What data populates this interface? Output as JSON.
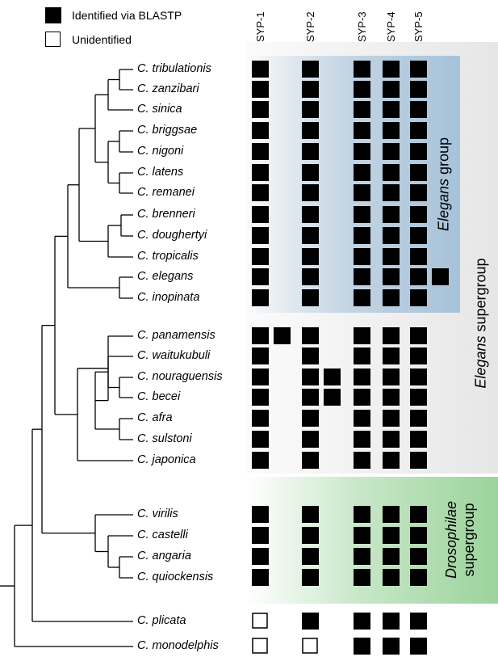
{
  "legend": {
    "identified": "Identified via BLASTP",
    "unidentified": "Unidentified"
  },
  "columns": [
    "SYP-1",
    "SYP-2",
    "SYP-3",
    "SYP-4",
    "SYP-5"
  ],
  "group_labels": {
    "elegans_group": {
      "italic": "Elegans",
      "rest": " group"
    },
    "elegans_supergroup": {
      "italic": "Elegans",
      "rest": " supergroup"
    },
    "drosophilae_supergroup": {
      "italic": "Drosophilae",
      "rest": "supergroup"
    }
  },
  "colors": {
    "filled": "#000000",
    "elegans_group_bg": "#a7c3da",
    "elegans_supergroup_bg": "#e6e6e6",
    "drosophilae_bg": "#9bd39b"
  },
  "species": [
    {
      "name": "C. tribulationis",
      "cells": [
        [
          1
        ],
        [
          1
        ],
        [
          1
        ],
        [
          1
        ],
        [
          1
        ]
      ]
    },
    {
      "name": "C. zanzibari",
      "cells": [
        [
          1
        ],
        [
          1
        ],
        [
          1
        ],
        [
          1
        ],
        [
          1
        ]
      ]
    },
    {
      "name": "C. sinica",
      "cells": [
        [
          1
        ],
        [
          1
        ],
        [
          1
        ],
        [
          1
        ],
        [
          1
        ]
      ]
    },
    {
      "name": "C. briggsae",
      "cells": [
        [
          1
        ],
        [
          1
        ],
        [
          1
        ],
        [
          1
        ],
        [
          1
        ]
      ]
    },
    {
      "name": "C. nigoni",
      "cells": [
        [
          1
        ],
        [
          1
        ],
        [
          1
        ],
        [
          1
        ],
        [
          1
        ]
      ]
    },
    {
      "name": "C. latens",
      "cells": [
        [
          1
        ],
        [
          1
        ],
        [
          1
        ],
        [
          1
        ],
        [
          1
        ]
      ]
    },
    {
      "name": "C. remanei",
      "cells": [
        [
          1
        ],
        [
          1
        ],
        [
          1
        ],
        [
          1
        ],
        [
          1
        ]
      ]
    },
    {
      "name": "C. brenneri",
      "cells": [
        [
          1
        ],
        [
          1
        ],
        [
          1
        ],
        [
          1
        ],
        [
          1
        ]
      ]
    },
    {
      "name": "C. doughertyi",
      "cells": [
        [
          1
        ],
        [
          1
        ],
        [
          1
        ],
        [
          1
        ],
        [
          1
        ]
      ]
    },
    {
      "name": "C. tropicalis",
      "cells": [
        [
          1
        ],
        [
          1
        ],
        [
          1
        ],
        [
          1
        ],
        [
          1
        ]
      ]
    },
    {
      "name": "C. elegans",
      "cells": [
        [
          1
        ],
        [
          1
        ],
        [
          1
        ],
        [
          1
        ],
        [
          1,
          1
        ]
      ]
    },
    {
      "name": "C. inopinata",
      "cells": [
        [
          1
        ],
        [
          1
        ],
        [
          1
        ],
        [
          1
        ],
        [
          1
        ]
      ]
    },
    {
      "name": "C. panamensis",
      "cells": [
        [
          1,
          1
        ],
        [
          1
        ],
        [
          1
        ],
        [
          1
        ],
        [
          1
        ]
      ]
    },
    {
      "name": "C. waitukubuli",
      "cells": [
        [
          1
        ],
        [
          1
        ],
        [
          1
        ],
        [
          1
        ],
        [
          1
        ]
      ]
    },
    {
      "name": "C. nouraguensis",
      "cells": [
        [
          1
        ],
        [
          1,
          1
        ],
        [
          1
        ],
        [
          1
        ],
        [
          1
        ]
      ]
    },
    {
      "name": "C. becei",
      "cells": [
        [
          1
        ],
        [
          1,
          1
        ],
        [
          1
        ],
        [
          1
        ],
        [
          1
        ]
      ]
    },
    {
      "name": "C. afra",
      "cells": [
        [
          1
        ],
        [
          1
        ],
        [
          1
        ],
        [
          1
        ],
        [
          1
        ]
      ]
    },
    {
      "name": "C. sulstoni",
      "cells": [
        [
          1
        ],
        [
          1
        ],
        [
          1
        ],
        [
          1
        ],
        [
          1
        ]
      ]
    },
    {
      "name": "C. japonica",
      "cells": [
        [
          1
        ],
        [
          1
        ],
        [
          1
        ],
        [
          1
        ],
        [
          1
        ]
      ]
    },
    {
      "name": "C. virilis",
      "cells": [
        [
          1
        ],
        [
          1
        ],
        [
          1
        ],
        [
          1
        ],
        [
          1
        ]
      ]
    },
    {
      "name": "C. castelli",
      "cells": [
        [
          1
        ],
        [
          1
        ],
        [
          1
        ],
        [
          1
        ],
        [
          1
        ]
      ]
    },
    {
      "name": "C. angaria",
      "cells": [
        [
          1
        ],
        [
          1
        ],
        [
          1
        ],
        [
          1
        ],
        [
          1
        ]
      ]
    },
    {
      "name": "C. quiockensis",
      "cells": [
        [
          1
        ],
        [
          1
        ],
        [
          1
        ],
        [
          1
        ],
        [
          1
        ]
      ]
    },
    {
      "name": "C. plicata",
      "cells": [
        [
          0
        ],
        [
          1
        ],
        [
          1
        ],
        [
          1
        ],
        [
          1
        ]
      ]
    },
    {
      "name": "C. monodelphis",
      "cells": [
        [
          0
        ],
        [
          0
        ],
        [
          1
        ],
        [
          1
        ],
        [
          1
        ]
      ]
    }
  ]
}
